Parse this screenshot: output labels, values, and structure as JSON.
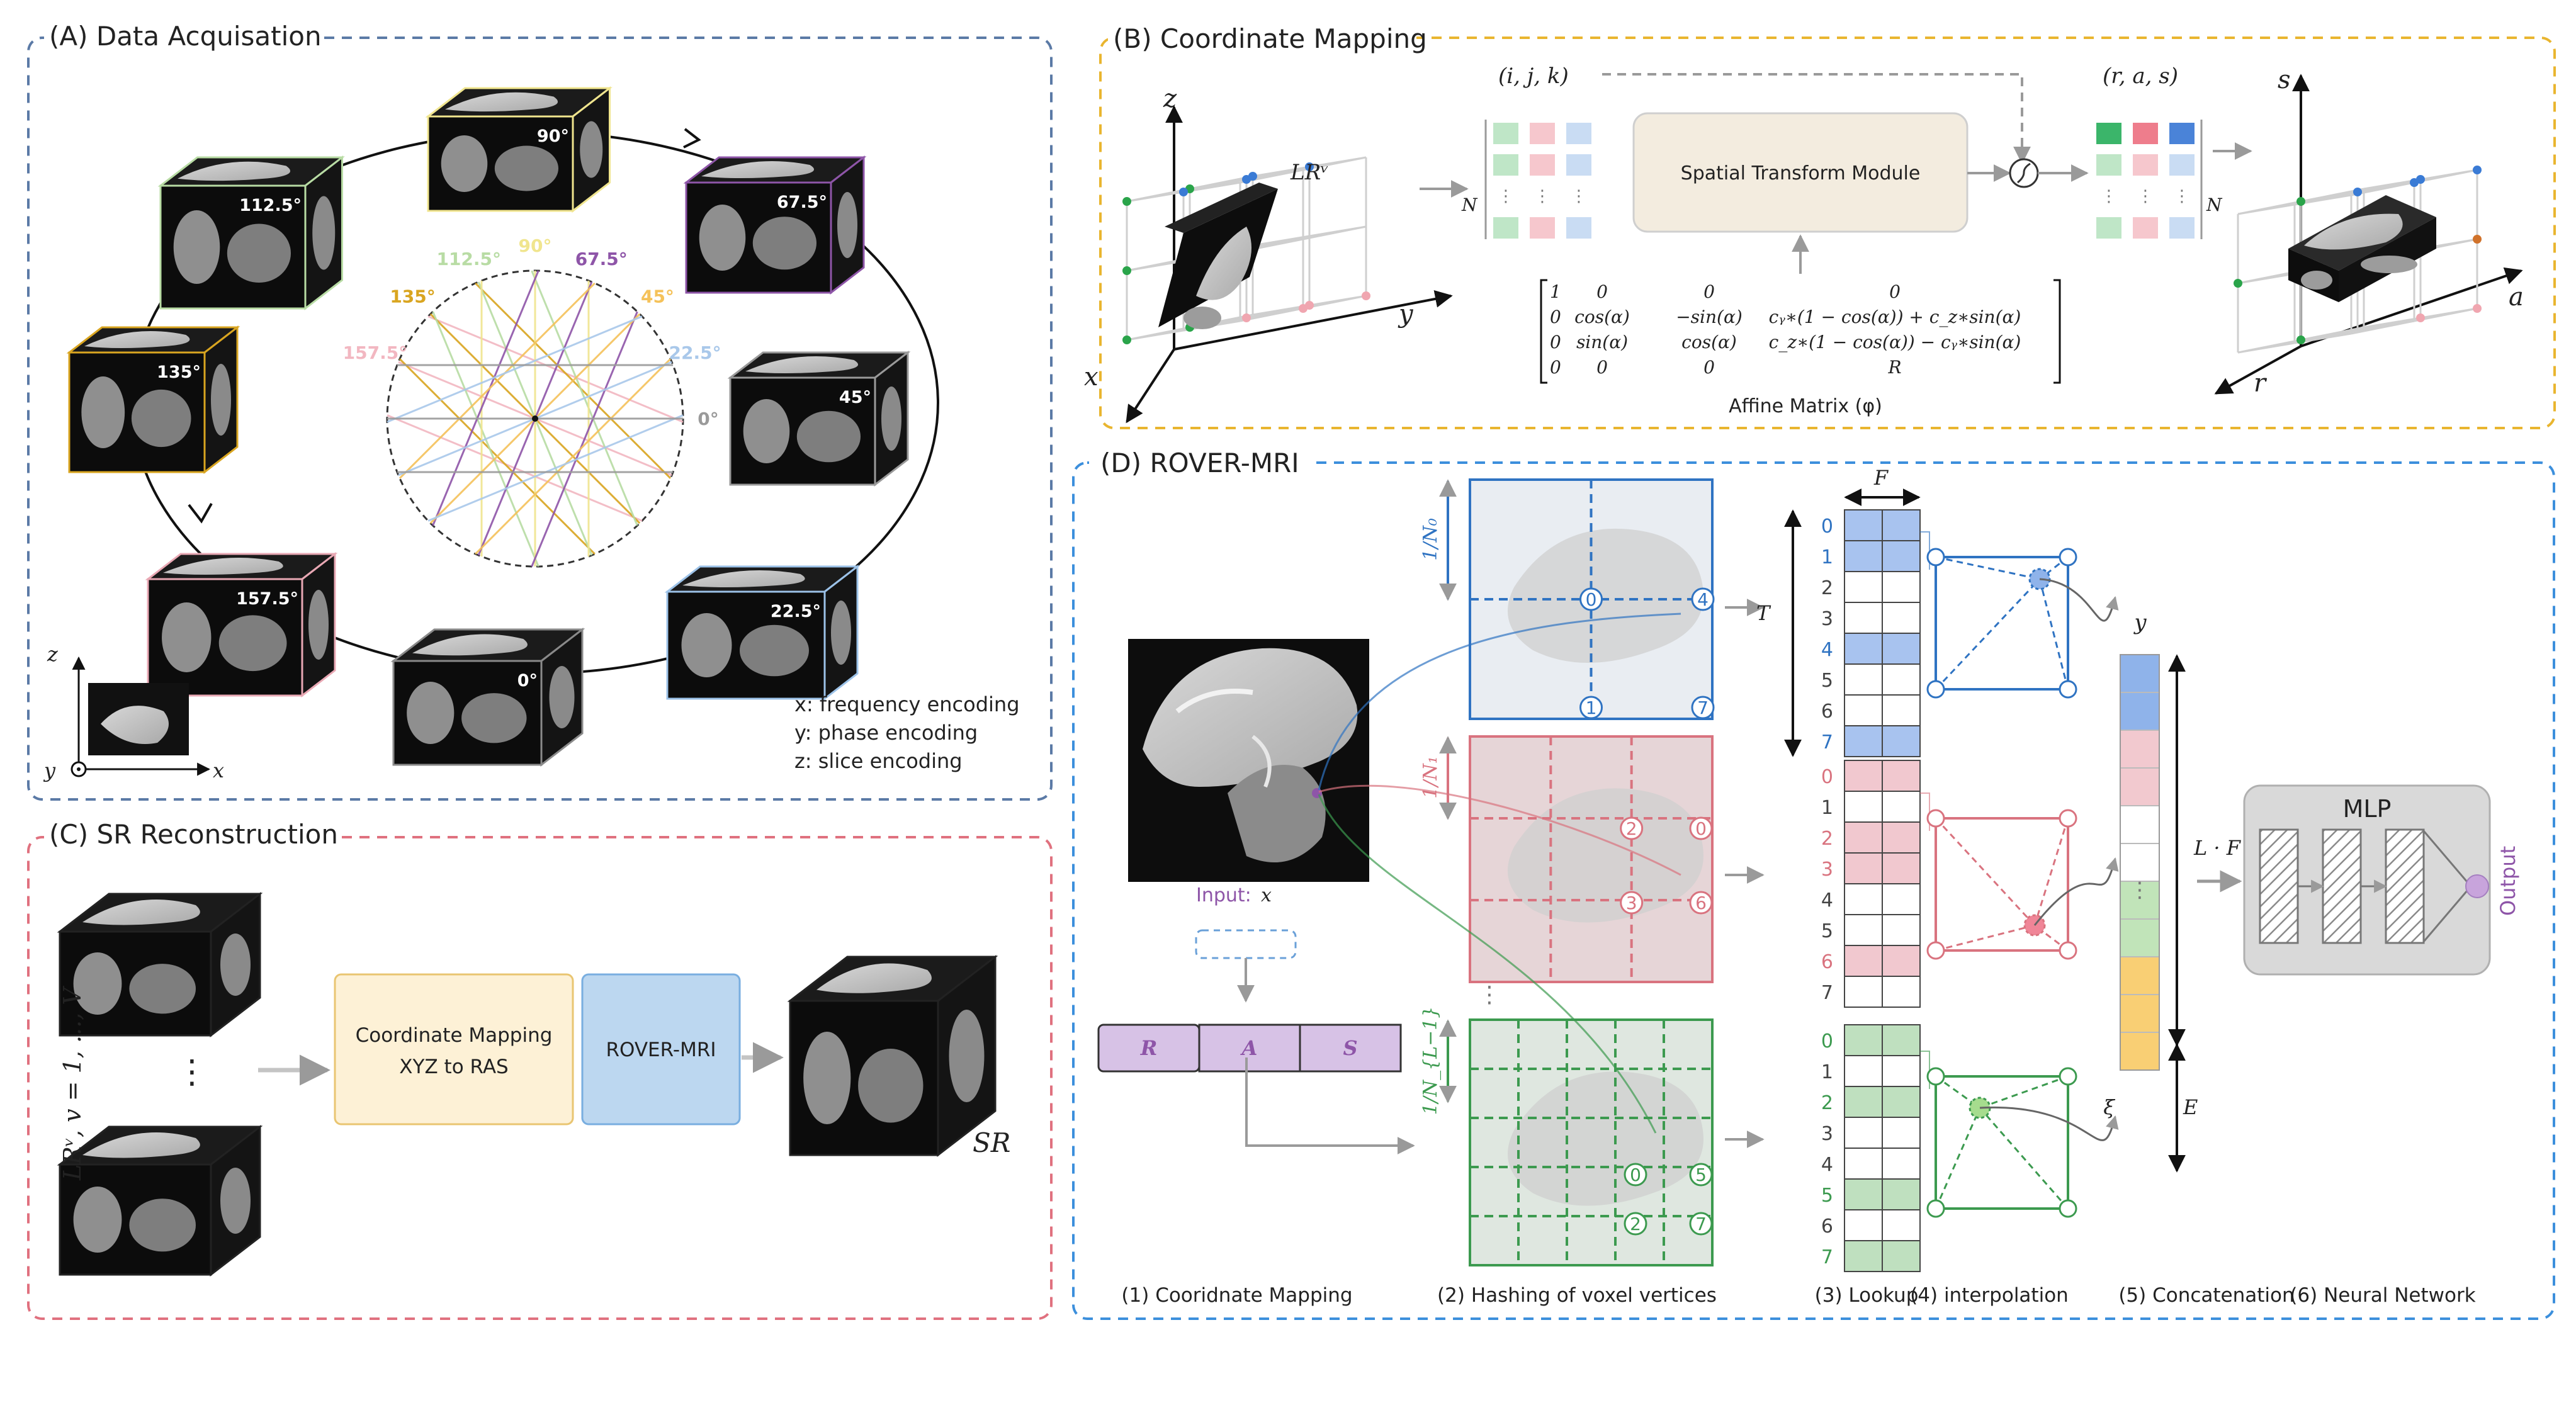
{
  "panels": {
    "a_title": "(A) Data Acquisation",
    "b_title": "(B) Coordinate Mapping",
    "c_title": "(C) SR Reconstruction",
    "d_title": "(D) ROVER-MRI"
  },
  "panel_a": {
    "angles": [
      "112.5°",
      "90°",
      "67.5°",
      "135°",
      "45°",
      "157.5°",
      "0°",
      "22.5°"
    ],
    "wheel_labels": [
      "157.5°",
      "135°",
      "112.5°",
      "90°",
      "67.5°",
      "45°",
      "22.5°",
      "0°"
    ],
    "legend_x": "x: frequency encoding",
    "legend_y": "y: phase encoding",
    "legend_z": "z: slice encoding",
    "axis_x": "x",
    "axis_y": "y",
    "axis_z": "z"
  },
  "panel_b": {
    "axis_z": "z",
    "axis_x": "x",
    "axis_y": "y",
    "lr_label": "LRᵛ",
    "ijk": "(i, j, k)",
    "ras": "(r, a, s)",
    "n_left": "N",
    "n_right": "N",
    "stm": "Spatial Transform Module",
    "affine_label": "Affine Matrix (φ)",
    "matrix": [
      [
        "1",
        "0",
        "0",
        "0"
      ],
      [
        "0",
        "cos(α)",
        "−sin(α)",
        "cᵧ∗(1 − cos(α)) + c_z∗sin(α)"
      ],
      [
        "0",
        "sin(α)",
        "cos(α)",
        "c_z∗(1 − cos(α)) − cᵧ∗sin(α)"
      ],
      [
        "0",
        "0",
        "0",
        "R"
      ]
    ],
    "axis_s": "s",
    "axis_a": "a",
    "axis_r": "r"
  },
  "panel_c": {
    "lr_label": "LRᵛ, v = 1, ..., V",
    "dots": "⋮",
    "box1_line1": "Coordinate Mapping",
    "box1_line2": "XYZ to RAS",
    "box2": "ROVER-MRI",
    "sr": "SR"
  },
  "panel_d": {
    "input_label": "Input:",
    "input_var": "x",
    "ras_cells": [
      "R",
      "A",
      "S"
    ],
    "level0": "1/N₀",
    "level1": "1/N₁",
    "level2": "1/N_{L−1}",
    "t_label": "T",
    "f_label": "F",
    "y_label": "y",
    "xi_label": "ξ",
    "e_label": "E",
    "lf_label": "L · F",
    "mlp": "MLP",
    "output": "Output",
    "grid0_vertex": [
      "0",
      "4",
      "1",
      "7"
    ],
    "grid1_vertex": [
      "2",
      "0",
      "3",
      "6"
    ],
    "grid2_vertex": [
      "0",
      "5",
      "2",
      "7"
    ],
    "lookup_indices": [
      "0",
      "1",
      "2",
      "3",
      "4",
      "5",
      "6",
      "7"
    ],
    "captions": [
      "(1) Cooridnate Mapping",
      "(2) Hashing of voxel vertices",
      "(3) Lookup",
      "(4) interpolation",
      "(5) Concatenation",
      "(6) Neural Network"
    ]
  },
  "colors": {
    "blue": "#2f73c2",
    "pink": "#d9737f",
    "green": "#3c9a4f",
    "purple": "#8e55a8",
    "orange": "#f5c25a",
    "panel_a_border": "#5b7aa6",
    "panel_b_border": "#e9b52f",
    "panel_c_border": "#e0717f",
    "panel_d_border": "#3c8fdc"
  }
}
